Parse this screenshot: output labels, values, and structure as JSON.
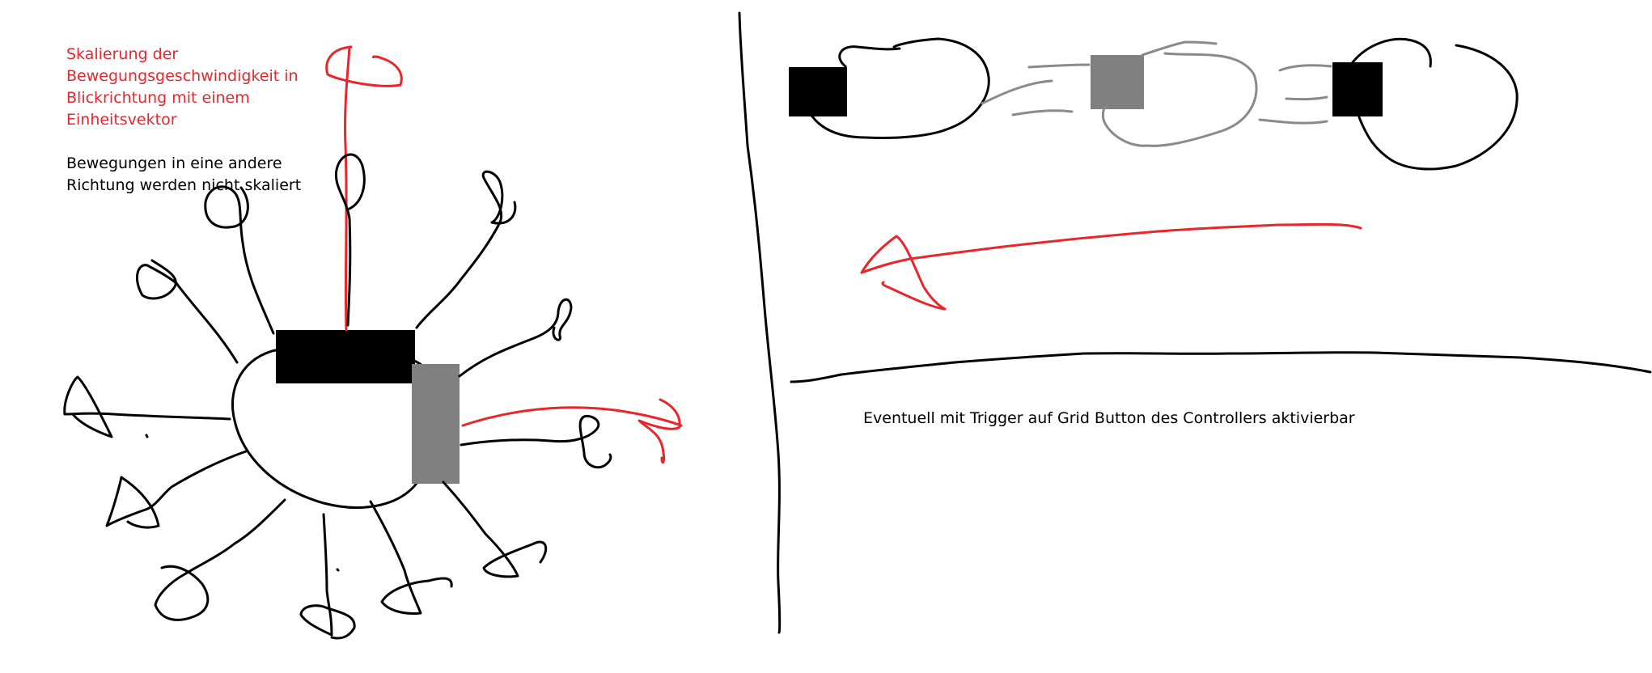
{
  "colors": {
    "annotation_red": "#e8262c",
    "ink_black": "#000000",
    "controller_gray": "#808080",
    "trail_gray": "#8a8a8a"
  },
  "notes": {
    "scaling_title": "Skalierung der\nBewegungsgeschwindigkeit in\nBlickrichtung mit einem\nEinheitsvektor",
    "no_scaling": "Bewegungen in eine andere\nRichtung werden nicht skaliert",
    "trigger_info": "Eventuell mit Trigger auf Grid Button des Controllers aktivierbar"
  },
  "icons": {
    "headset": "headset-rect-icon",
    "controller": "controller-rect-icon",
    "arrow": "hand-drawn-arrow-icon"
  }
}
